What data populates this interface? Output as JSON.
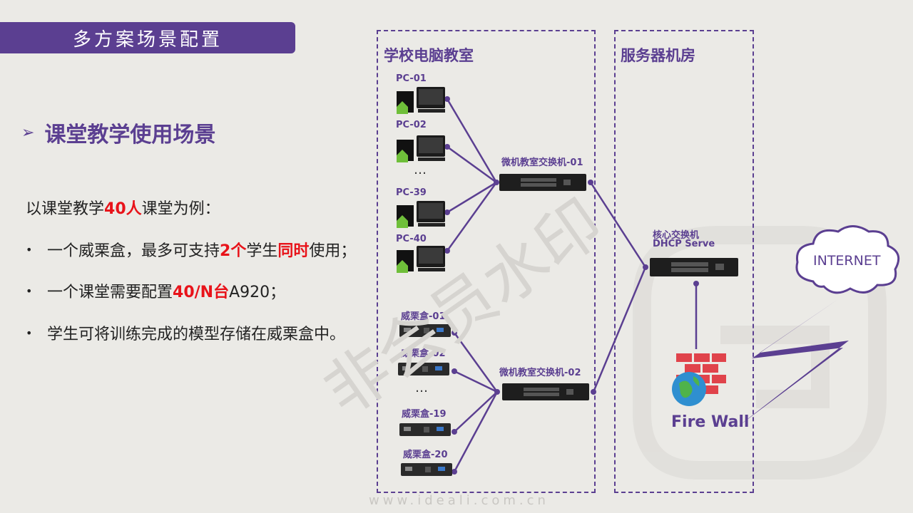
{
  "header": {
    "title": "多方案场景配置"
  },
  "section": {
    "heading": "课堂教学使用场景"
  },
  "intro": {
    "pre": "以课堂教学",
    "hl": "40人",
    "post": "课堂为例："
  },
  "bullets": [
    {
      "pre": "一个威栗盒，最多可支持",
      "hl1": "2个",
      "mid": "学生",
      "hl2": "同时",
      "post": "使用；"
    },
    {
      "pre": "一个课堂需要配置",
      "hl1": "40/N台",
      "post": "A920；"
    },
    {
      "pre": "学生可将训练完成的模型存储在威栗盒中。"
    }
  ],
  "zones": {
    "classroom": "学校电脑教室",
    "server_room": "服务器机房"
  },
  "pcs": [
    "PC-01",
    "PC-02",
    "PC-39",
    "PC-40"
  ],
  "boxes": [
    "威栗盒-01",
    "威栗盒-02",
    "威栗盒-19",
    "威栗盒-20"
  ],
  "ellipsis": "…",
  "switches": {
    "sw1": "微机教室交换机-01",
    "sw2": "微机教室交换机-02",
    "core_line1": "核心交换机",
    "core_line2": "DHCP Serve"
  },
  "firewall": "Fire Wall",
  "internet": "INTERNET",
  "watermark": {
    "text": "非会员水印",
    "url": "www.ideali.com.cn"
  },
  "colors": {
    "accent": "#5b3f91",
    "highlight": "#e8131a",
    "background": "#ebeae6"
  }
}
